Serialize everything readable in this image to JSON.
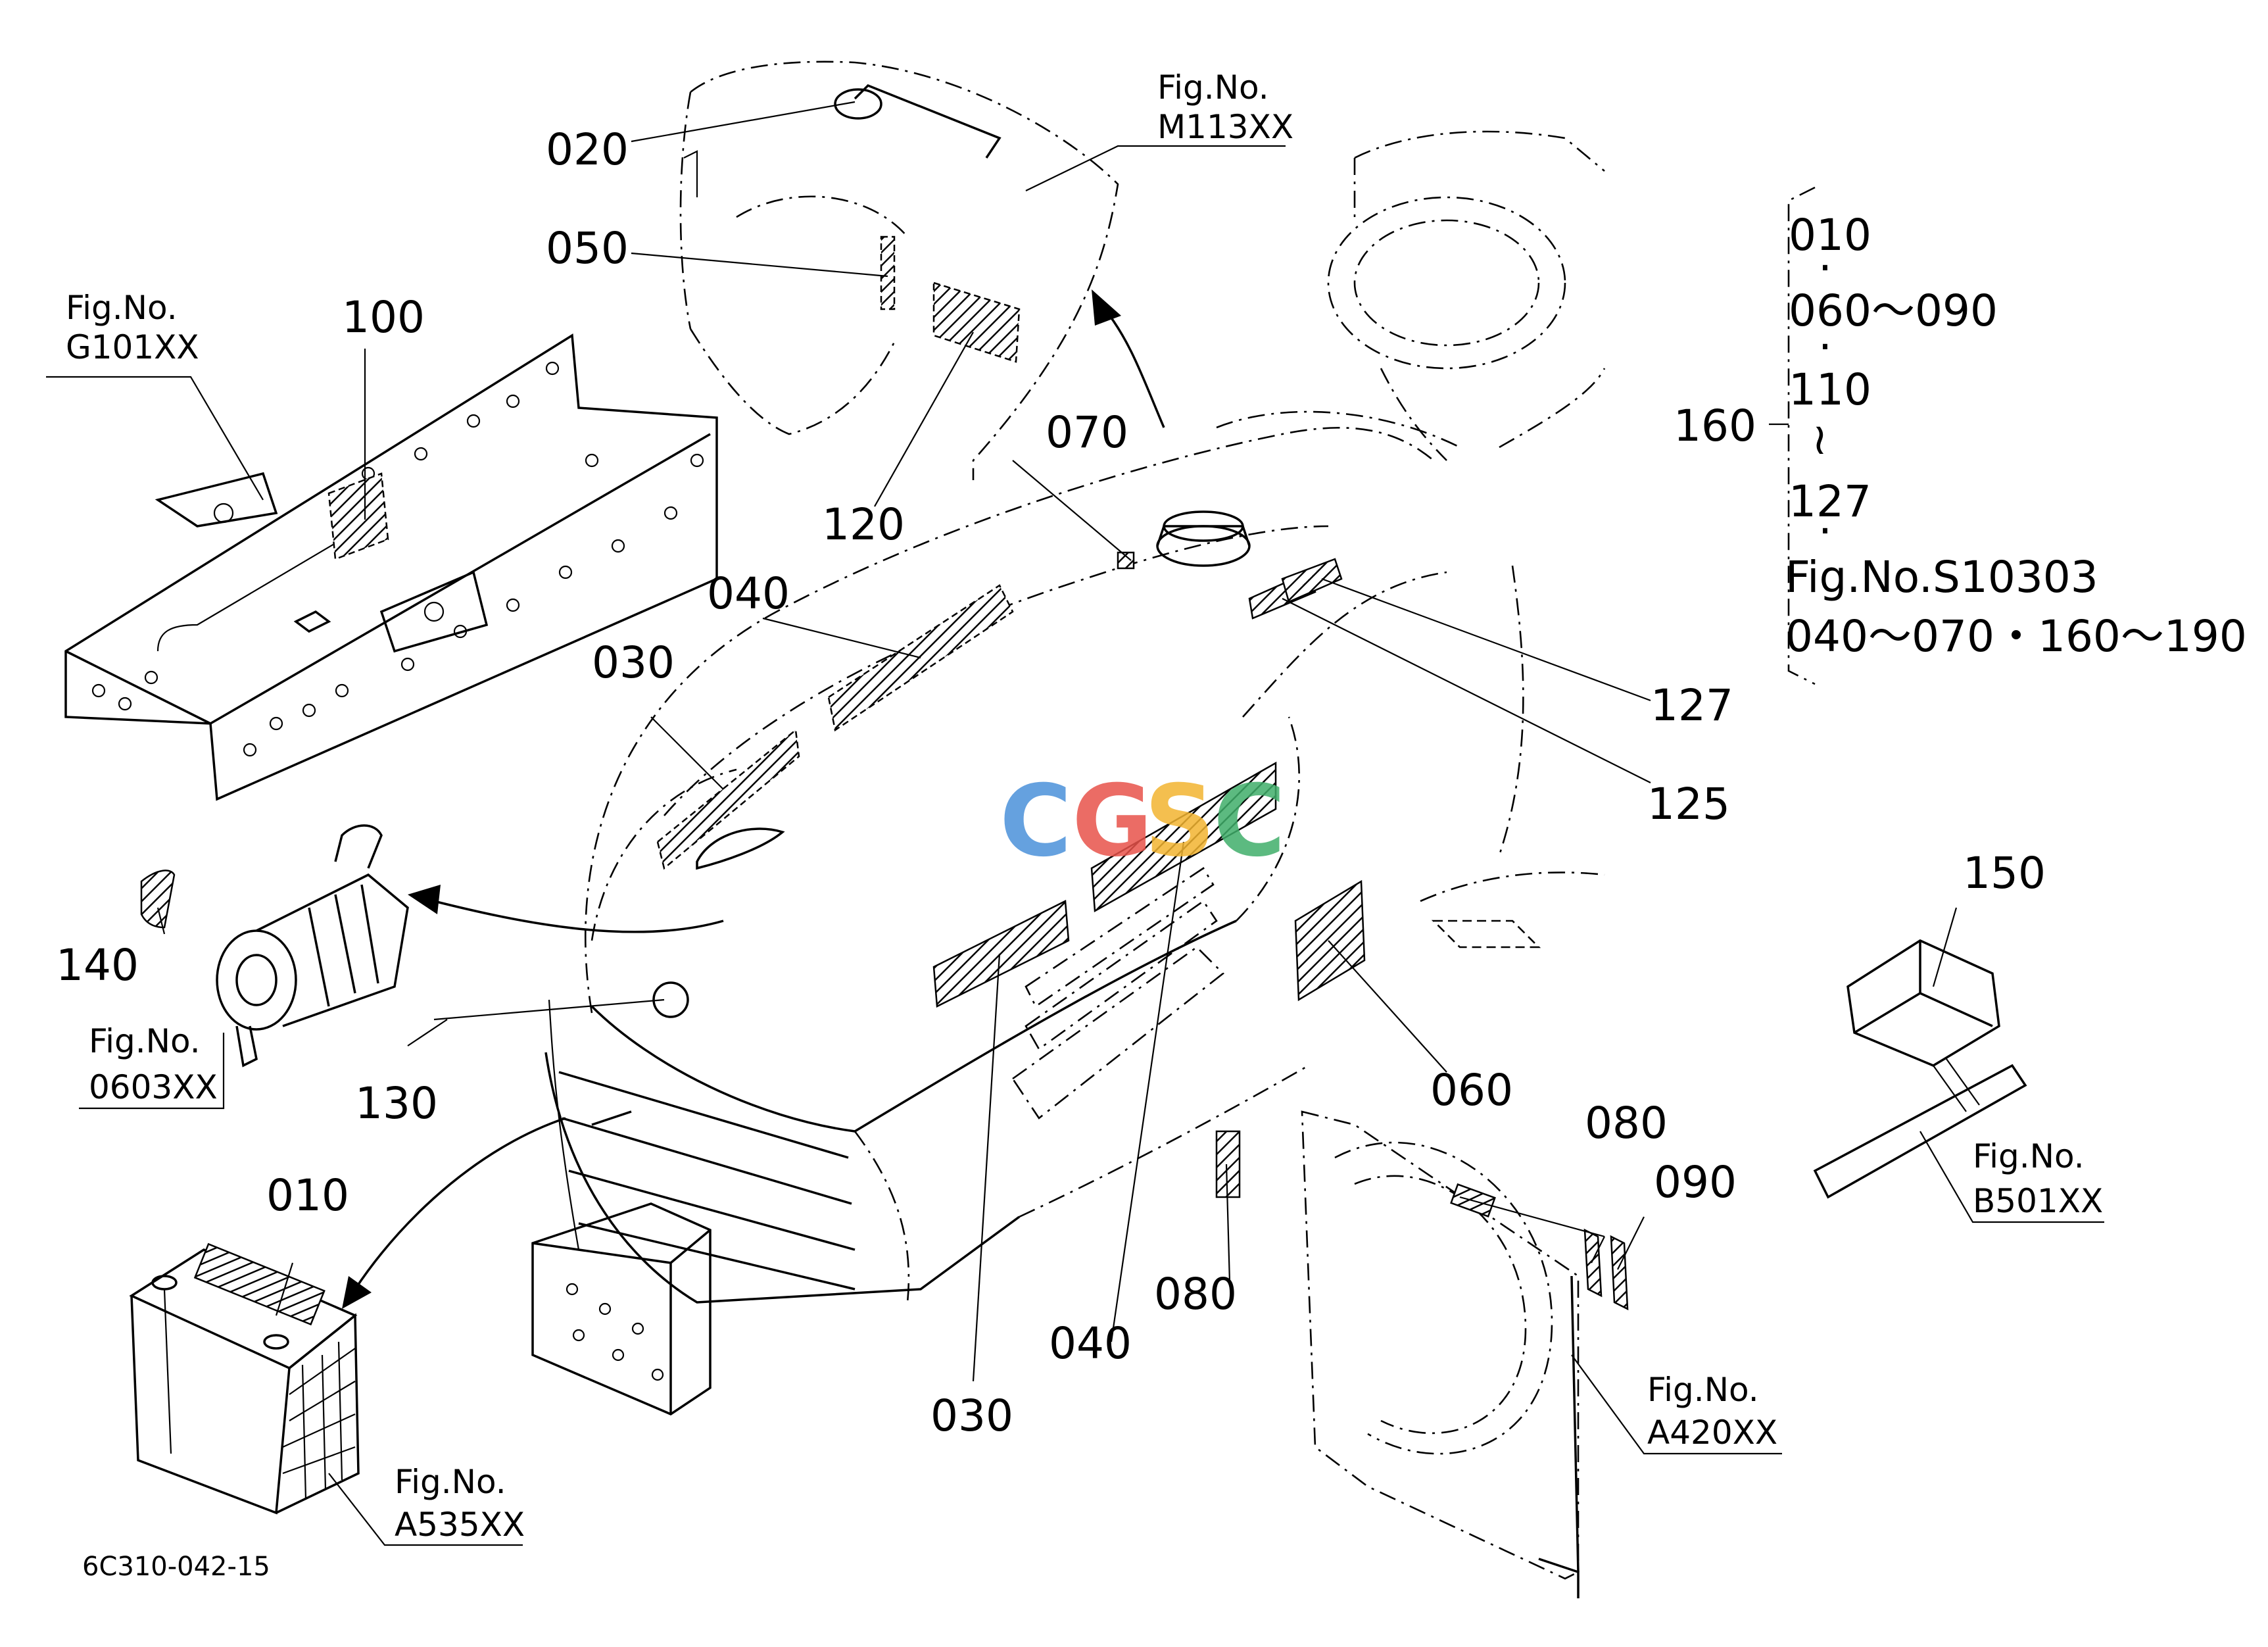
{
  "drawing_id": "6C310-042-15",
  "watermark": {
    "letters": [
      "C",
      "G",
      "S",
      "C"
    ],
    "colors": [
      "#4a90d9",
      "#e8524a",
      "#f2b430",
      "#3fae6a"
    ]
  },
  "labels": {
    "l010": "010",
    "l020": "020",
    "l030a": "030",
    "l030b": "030",
    "l040a": "040",
    "l040b": "040",
    "l050": "050",
    "l060": "060",
    "l070": "070",
    "l080a": "080",
    "l080b": "080",
    "l090": "090",
    "l100": "100",
    "l120": "120",
    "l125": "125",
    "l127": "127",
    "l130": "130",
    "l140": "140",
    "l150": "150",
    "l160": "160"
  },
  "figure_refs": {
    "m113": {
      "line1": "Fig.No.",
      "line2": "M113XX"
    },
    "g101": {
      "line1": "Fig.No.",
      "line2": "G101XX"
    },
    "f0603": {
      "line1": "Fig.No.",
      "line2": "0603XX"
    },
    "a535": {
      "line1": "Fig.No.",
      "line2": "A535XX"
    },
    "a420": {
      "line1": "Fig.No.",
      "line2": "A420XX"
    },
    "b501": {
      "line1": "Fig.No.",
      "line2": "B501XX"
    }
  },
  "kit_160": {
    "rows": [
      "010",
      "·",
      "060～090",
      "·",
      "110",
      "≀",
      "127",
      "·",
      "Fig.No.S10303",
      "040～070・160～190"
    ]
  }
}
